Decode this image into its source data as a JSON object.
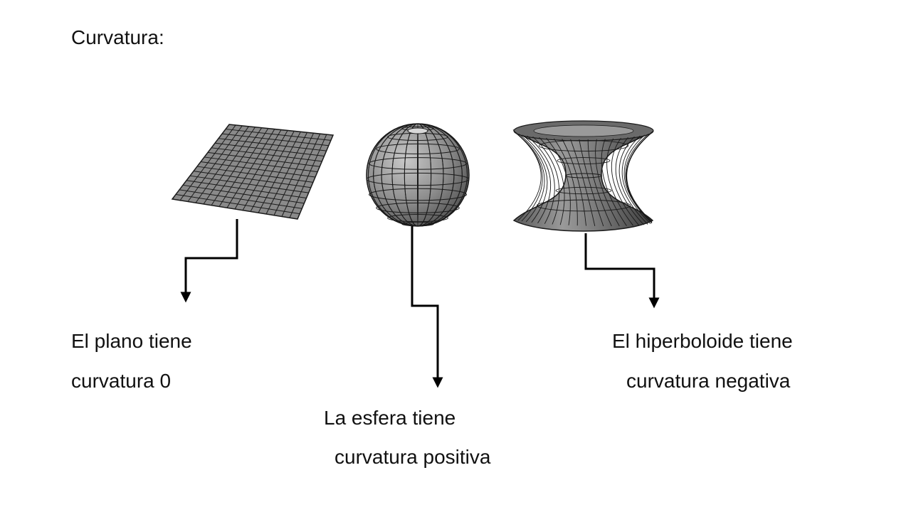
{
  "slide": {
    "title": "Curvatura:"
  },
  "surfaces": {
    "plane": {
      "line1": "El plano tiene",
      "line2": "curvatura 0"
    },
    "sphere": {
      "line1": "La esfera tiene",
      "line2": "curvatura positiva"
    },
    "hyperboloid": {
      "line1": "El hiperboloide tiene",
      "line2": "curvatura negativa"
    }
  },
  "colors": {
    "surface_fill": "#8a8a8a",
    "grid_line": "#1a1a1a",
    "arrow": "#000000",
    "text": "#111111",
    "background": "#ffffff"
  }
}
